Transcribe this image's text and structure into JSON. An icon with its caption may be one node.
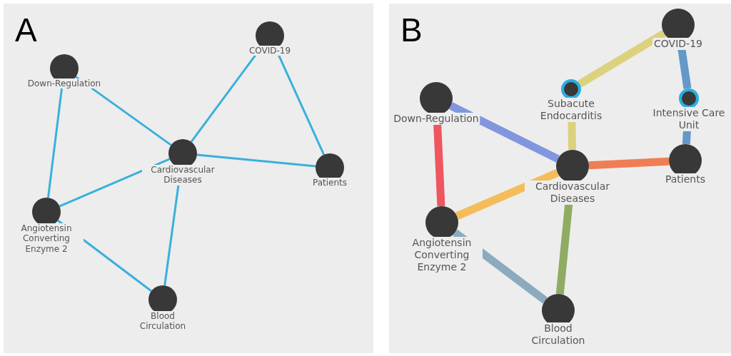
{
  "diagram": {
    "nodes": [
      {
        "text": [
          "A"
        ]
      },
      {
        "text": [
          "COVID-19"
        ],
        "in": 0
      },
      {
        "text": [
          "Down-Regulation"
        ],
        "in": 0
      },
      {
        "text": [
          "Cardiovascular Diseases"
        ],
        "in": 0
      },
      {
        "text": [
          "Patients"
        ],
        "in": 0
      },
      {
        "text": [
          "Angiotensin Converting Enzyme 2"
        ],
        "in": 0
      },
      {
        "text": [
          "Blood Circulation"
        ],
        "in": 0
      },
      {
        "text": [
          "B"
        ]
      },
      {
        "text": [
          "COVID-19"
        ],
        "in": 7
      },
      {
        "text": [
          "Subacute Endocarditis"
        ],
        "in": 7
      },
      {
        "text": [
          "Down-Regulation"
        ],
        "in": 7
      },
      {
        "text": [
          "Intensive Care Unit"
        ],
        "in": 7
      },
      {
        "text": [
          "Patients"
        ],
        "in": 7
      },
      {
        "text": [
          "Cardiovascular Diseases"
        ],
        "in": 7
      },
      {
        "text": [
          "Angiotensin Converting Enzyme 2"
        ],
        "in": 7
      },
      {
        "text": [
          "Blood Circulation"
        ],
        "in": 7
      }
    ],
    "edges": [
      {
        "from": 2,
        "to": 3,
        "arrow": "none"
      },
      {
        "from": 2,
        "to": 5,
        "arrow": "none"
      },
      {
        "from": 1,
        "to": 3,
        "arrow": "none"
      },
      {
        "from": 1,
        "to": 4,
        "arrow": "none"
      },
      {
        "from": 3,
        "to": 4,
        "arrow": "none"
      },
      {
        "from": 3,
        "to": 5,
        "arrow": "none"
      },
      {
        "from": 3,
        "to": 6,
        "arrow": "none"
      },
      {
        "from": 5,
        "to": 6,
        "arrow": "none"
      },
      {
        "from": 10,
        "to": 13,
        "arrow": "none",
        "color": "#6f86dc"
      },
      {
        "from": 10,
        "to": 14,
        "arrow": "none",
        "color": "#ee3b45"
      },
      {
        "from": 9,
        "to": 8,
        "arrow": "none",
        "color": "#d8cc6a"
      },
      {
        "from": 9,
        "to": 13,
        "arrow": "none",
        "color": "#d8cc6a"
      },
      {
        "from": 8,
        "to": 11,
        "arrow": "none",
        "color": "#4a88c2"
      },
      {
        "from": 11,
        "to": 12,
        "arrow": "none",
        "color": "#4a88c2"
      },
      {
        "from": 13,
        "to": 12,
        "arrow": "none",
        "color": "#ef6a3a"
      },
      {
        "from": 13,
        "to": 14,
        "arrow": "none",
        "color": "#f4b440"
      },
      {
        "from": 13,
        "to": 15,
        "arrow": "none",
        "color": "#7fa04a"
      },
      {
        "from": 14,
        "to": 15,
        "arrow": "none",
        "color": "#7a9db5"
      }
    ]
  }
}
